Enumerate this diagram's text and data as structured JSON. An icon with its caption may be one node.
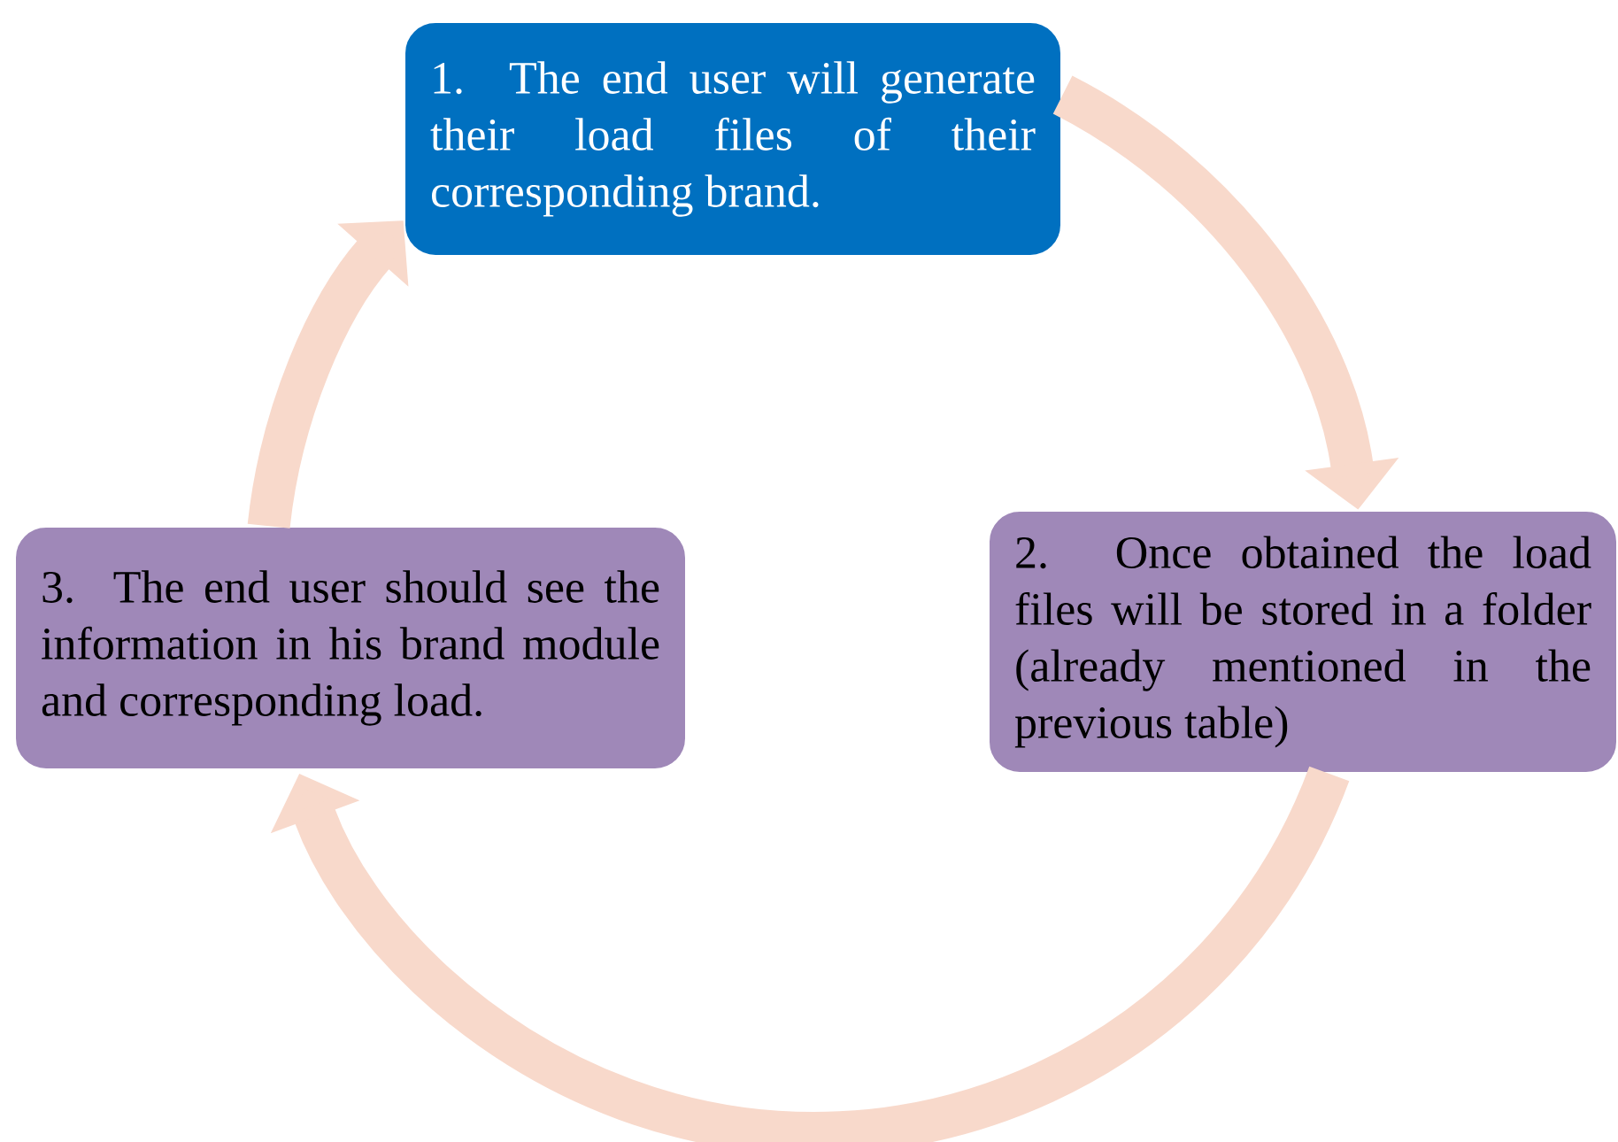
{
  "diagram": {
    "nodes": [
      {
        "text": [
          "1. The end user will generate their load files of their corresponding brand."
        ]
      },
      {
        "text": [
          "2. Once obtained the load files will be stored in a folder (already mentioned in the previous table)"
        ]
      },
      {
        "text": [
          "3. The end user should see the information in his brand module and corresponding load."
        ]
      }
    ],
    "edges": [
      {
        "from": 0,
        "to": 1,
        "arrow": "to"
      },
      {
        "from": 1,
        "to": 2,
        "arrow": "to"
      },
      {
        "from": 2,
        "to": 0,
        "arrow": "to"
      }
    ]
  }
}
